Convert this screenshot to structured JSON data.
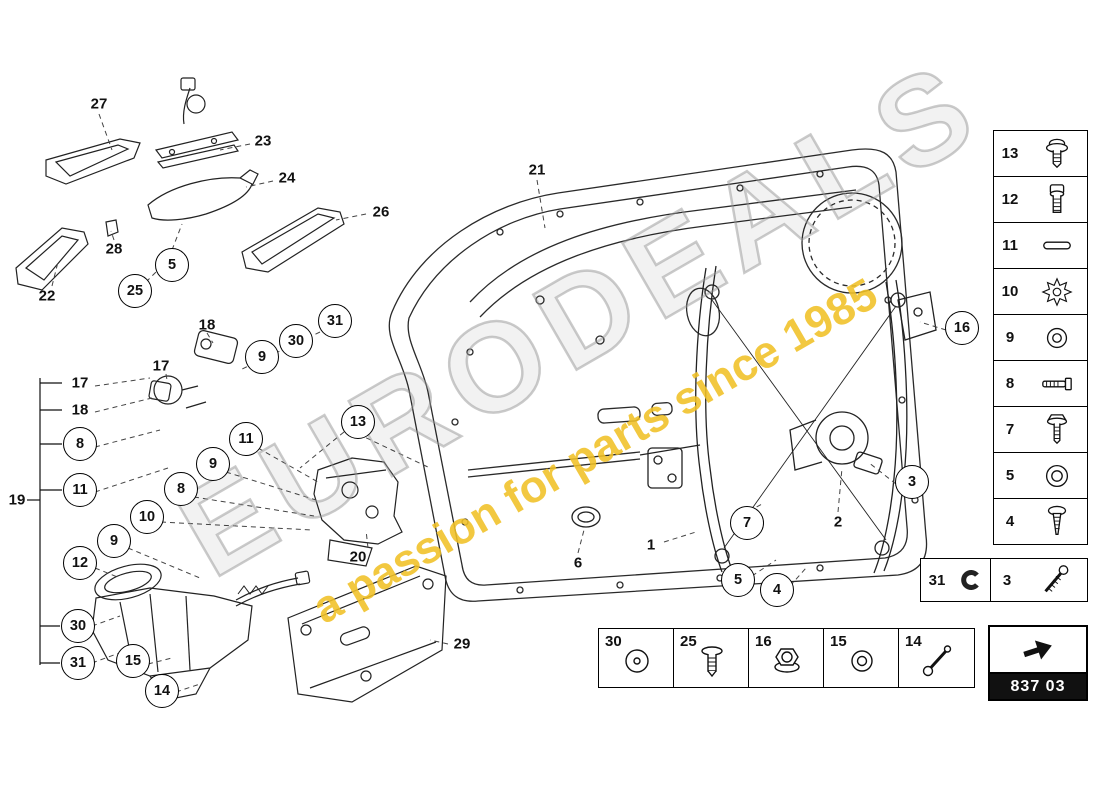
{
  "watermark": {
    "brand": "EURODEALS",
    "tagline": "a passion for parts since 1985"
  },
  "diagram_code": {
    "code": "837 03"
  },
  "plain_labels": [
    {
      "label": "27"
    },
    {
      "label": "23"
    },
    {
      "label": "24"
    },
    {
      "label": "26"
    },
    {
      "label": "28"
    },
    {
      "label": "22"
    },
    {
      "label": "18"
    },
    {
      "label": "17"
    },
    {
      "label": "17"
    },
    {
      "label": "18"
    },
    {
      "label": "19"
    },
    {
      "label": "20"
    },
    {
      "label": "29"
    },
    {
      "label": "21"
    },
    {
      "label": "2"
    },
    {
      "label": "1"
    },
    {
      "label": "6"
    }
  ],
  "circle_labels": [
    {
      "label": "5"
    },
    {
      "label": "25"
    },
    {
      "label": "31"
    },
    {
      "label": "30"
    },
    {
      "label": "9"
    },
    {
      "label": "13"
    },
    {
      "label": "11"
    },
    {
      "label": "9"
    },
    {
      "label": "8"
    },
    {
      "label": "10"
    },
    {
      "label": "9"
    },
    {
      "label": "12"
    },
    {
      "label": "8"
    },
    {
      "label": "11"
    },
    {
      "label": "30"
    },
    {
      "label": "31"
    },
    {
      "label": "15"
    },
    {
      "label": "14"
    },
    {
      "label": "16"
    },
    {
      "label": "3"
    },
    {
      "label": "7"
    },
    {
      "label": "5"
    },
    {
      "label": "4"
    }
  ],
  "right_table": {
    "rows": [
      {
        "num": "13",
        "icon": "torx-screw"
      },
      {
        "num": "12",
        "icon": "socket-bolt"
      },
      {
        "num": "11",
        "icon": "dowel-pin"
      },
      {
        "num": "10",
        "icon": "star-washer"
      },
      {
        "num": "9",
        "icon": "washer"
      },
      {
        "num": "8",
        "icon": "long-bolt"
      },
      {
        "num": "7",
        "icon": "flange-screw"
      },
      {
        "num": "5",
        "icon": "washer"
      },
      {
        "num": "4",
        "icon": "pan-screw"
      }
    ],
    "pair_row": [
      {
        "num": "31",
        "icon": "retaining-clip"
      },
      {
        "num": "3",
        "icon": "tapping-screw"
      }
    ]
  },
  "bottom_table": {
    "cells": [
      {
        "num": "30",
        "icon": "grommet"
      },
      {
        "num": "25",
        "icon": "push-rivet"
      },
      {
        "num": "16",
        "icon": "flange-nut"
      },
      {
        "num": "15",
        "icon": "washer"
      },
      {
        "num": "14",
        "icon": "ball-pin"
      }
    ]
  }
}
